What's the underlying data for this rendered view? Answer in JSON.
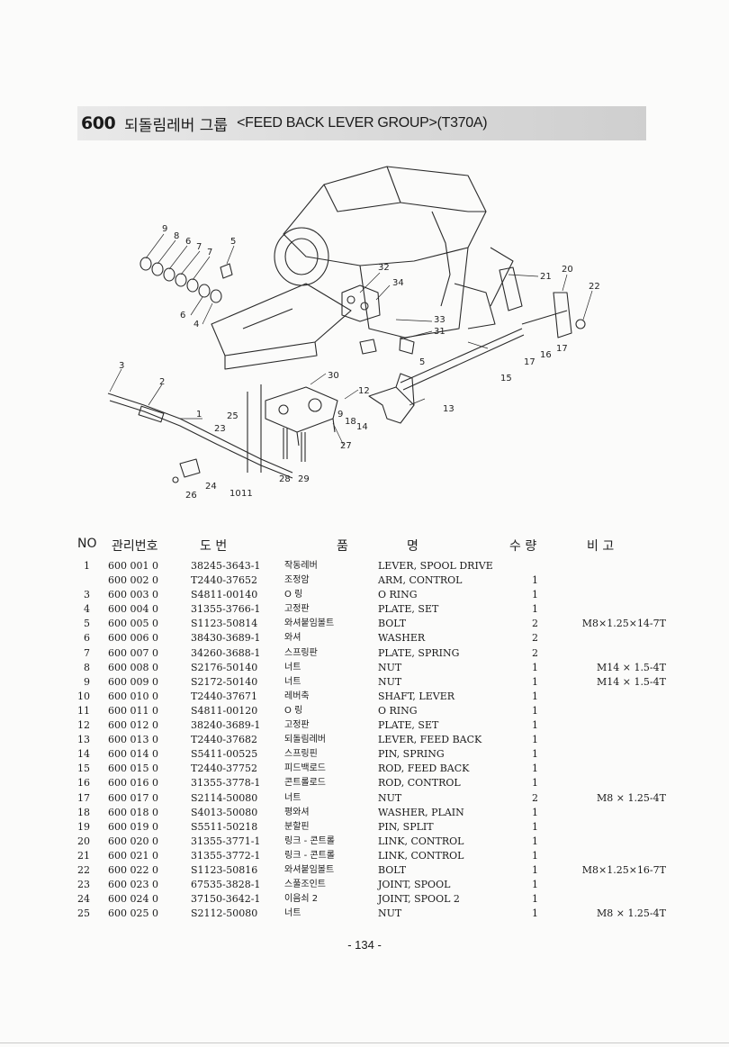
{
  "header": {
    "group_number": "600",
    "title_ko": "되돌림레버 그룹",
    "title_en": "<FEED BACK LEVER GROUP>(T370A)"
  },
  "diagram": {
    "callouts": [
      "9",
      "8",
      "6",
      "7",
      "7",
      "5",
      "6",
      "4",
      "3",
      "2",
      "1",
      "25",
      "23",
      "24",
      "26",
      "10",
      "11",
      "28",
      "29",
      "27",
      "30",
      "12",
      "18",
      "14",
      "9",
      "5",
      "32",
      "34",
      "33",
      "31",
      "13",
      "15",
      "17",
      "16",
      "17",
      "21",
      "20",
      "22"
    ]
  },
  "table": {
    "columns": {
      "no": "NO",
      "mgmt": "관리번호",
      "part": "도 번",
      "name_a": "품",
      "name_b": "명",
      "qty": "수 량",
      "remark": "비 고"
    },
    "rows": [
      {
        "no": "1",
        "mgmt": "600 001 0",
        "part": "38245-3643-1",
        "ko": "작동레버",
        "en": "LEVER, SPOOL DRIVE",
        "qty": "",
        "rem": ""
      },
      {
        "no": "",
        "mgmt": "600 002 0",
        "part": "T2440-37652",
        "ko": "조정암",
        "en": "ARM, CONTROL",
        "qty": "1",
        "rem": ""
      },
      {
        "no": "3",
        "mgmt": "600 003 0",
        "part": "S4811-00140",
        "ko": "O 링",
        "en": "O RING",
        "qty": "1",
        "rem": ""
      },
      {
        "no": "4",
        "mgmt": "600 004 0",
        "part": "31355-3766-1",
        "ko": "고정판",
        "en": "PLATE, SET",
        "qty": "1",
        "rem": ""
      },
      {
        "no": "5",
        "mgmt": "600 005 0",
        "part": "S1123-50814",
        "ko": "와셔붙임볼트",
        "en": "BOLT",
        "qty": "2",
        "rem": "M8×1.25×14-7T"
      },
      {
        "no": "6",
        "mgmt": "600 006 0",
        "part": "38430-3689-1",
        "ko": "와셔",
        "en": "WASHER",
        "qty": "2",
        "rem": ""
      },
      {
        "no": "7",
        "mgmt": "600 007 0",
        "part": "34260-3688-1",
        "ko": "스프링판",
        "en": "PLATE, SPRING",
        "qty": "2",
        "rem": ""
      },
      {
        "no": "8",
        "mgmt": "600 008 0",
        "part": "S2176-50140",
        "ko": "너트",
        "en": "NUT",
        "qty": "1",
        "rem": "M14 × 1.5-4T"
      },
      {
        "no": "9",
        "mgmt": "600 009 0",
        "part": "S2172-50140",
        "ko": "너트",
        "en": "NUT",
        "qty": "1",
        "rem": "M14 × 1.5-4T"
      },
      {
        "no": "10",
        "mgmt": "600 010 0",
        "part": "T2440-37671",
        "ko": "레버축",
        "en": "SHAFT, LEVER",
        "qty": "1",
        "rem": ""
      },
      {
        "no": "11",
        "mgmt": "600 011 0",
        "part": "S4811-00120",
        "ko": "O 링",
        "en": "O RING",
        "qty": "1",
        "rem": ""
      },
      {
        "no": "12",
        "mgmt": "600 012 0",
        "part": "38240-3689-1",
        "ko": "고정판",
        "en": "PLATE, SET",
        "qty": "1",
        "rem": ""
      },
      {
        "no": "13",
        "mgmt": "600 013 0",
        "part": "T2440-37682",
        "ko": "되돌림레버",
        "en": "LEVER, FEED BACK",
        "qty": "1",
        "rem": ""
      },
      {
        "no": "14",
        "mgmt": "600 014 0",
        "part": "S5411-00525",
        "ko": "스프링핀",
        "en": "PIN, SPRING",
        "qty": "1",
        "rem": ""
      },
      {
        "no": "15",
        "mgmt": "600 015 0",
        "part": "T2440-37752",
        "ko": "피드백로드",
        "en": "ROD, FEED BACK",
        "qty": "1",
        "rem": ""
      },
      {
        "no": "16",
        "mgmt": "600 016 0",
        "part": "31355-3778-1",
        "ko": "콘트롤로드",
        "en": "ROD, CONTROL",
        "qty": "1",
        "rem": ""
      },
      {
        "no": "17",
        "mgmt": "600 017 0",
        "part": "S2114-50080",
        "ko": "너트",
        "en": "NUT",
        "qty": "2",
        "rem": "M8 × 1.25-4T"
      },
      {
        "no": "18",
        "mgmt": "600 018 0",
        "part": "S4013-50080",
        "ko": "평와셔",
        "en": "WASHER, PLAIN",
        "qty": "1",
        "rem": ""
      },
      {
        "no": "19",
        "mgmt": "600 019 0",
        "part": "S5511-50218",
        "ko": "분할핀",
        "en": "PIN, SPLIT",
        "qty": "1",
        "rem": ""
      },
      {
        "no": "20",
        "mgmt": "600 020 0",
        "part": "31355-3771-1",
        "ko": "링크 - 콘트롤",
        "en": "LINK, CONTROL",
        "qty": "1",
        "rem": ""
      },
      {
        "no": "21",
        "mgmt": "600 021 0",
        "part": "31355-3772-1",
        "ko": "링크 - 콘트롤",
        "en": "LINK, CONTROL",
        "qty": "1",
        "rem": ""
      },
      {
        "no": "22",
        "mgmt": "600 022 0",
        "part": "S1123-50816",
        "ko": "와셔붙임볼트",
        "en": "BOLT",
        "qty": "1",
        "rem": "M8×1.25×16-7T"
      },
      {
        "no": "23",
        "mgmt": "600 023 0",
        "part": "67535-3828-1",
        "ko": "스풀조인트",
        "en": "JOINT, SPOOL",
        "qty": "1",
        "rem": ""
      },
      {
        "no": "24",
        "mgmt": "600 024 0",
        "part": "37150-3642-1",
        "ko": "이음쇠 2",
        "en": "JOINT, SPOOL 2",
        "qty": "1",
        "rem": ""
      },
      {
        "no": "25",
        "mgmt": "600 025 0",
        "part": "S2112-50080",
        "ko": "너트",
        "en": "NUT",
        "qty": "1",
        "rem": "M8 × 1.25-4T"
      }
    ]
  },
  "footer": {
    "page_number": "- 134 -"
  }
}
